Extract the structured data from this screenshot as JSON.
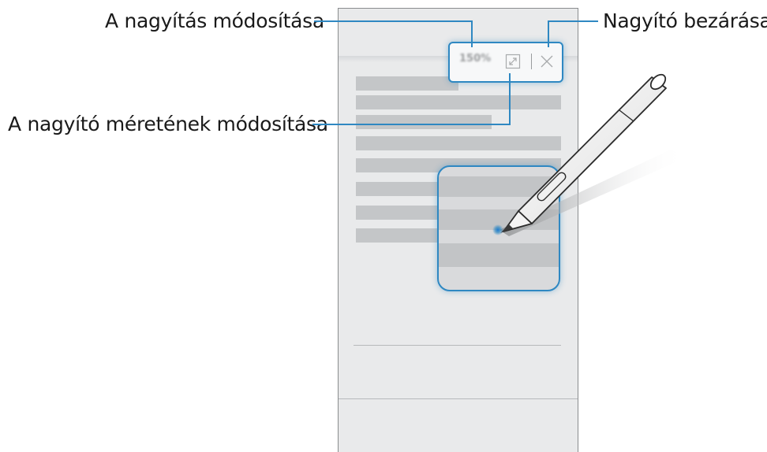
{
  "callouts": {
    "zoom_change": "A nagyítás módosítása",
    "close_magnifier": "Nagyító bezárása",
    "resize_magnifier": "A nagyító méretének módosítása"
  },
  "magnifier_toolbar": {
    "zoom_value": "150%",
    "resize_icon": "expand-arrows-icon",
    "close_icon": "close-x-icon"
  },
  "colors": {
    "accent": "#2f88c2",
    "screen_bg": "#e9eaeb",
    "text_line": "#c4c6c8"
  }
}
